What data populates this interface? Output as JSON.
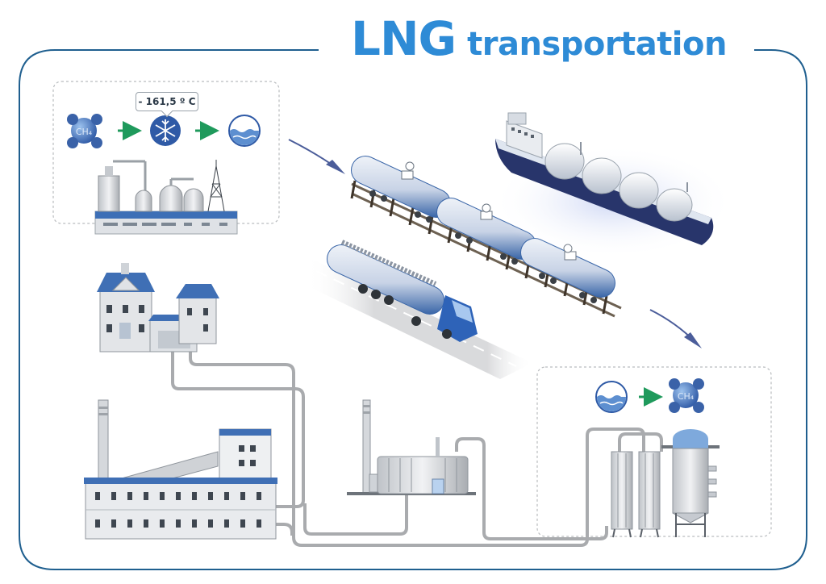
{
  "title": {
    "main": "LNG",
    "sub": "transportation"
  },
  "liquefaction": {
    "temperature_label": "- 161,5 º C"
  },
  "molecule_label": "CH₄",
  "colors": {
    "accent": "#2e8bd6",
    "frame": "#1f5f8f",
    "pipe": "#a9abae",
    "green_arrow": "#1f9a5c",
    "tank_blue": "#3a66a8",
    "ship_hull": "#28356b"
  },
  "icons": [
    "methane-molecule-icon",
    "snowflake-icon",
    "liquid-icon",
    "arrow-right-icon"
  ]
}
